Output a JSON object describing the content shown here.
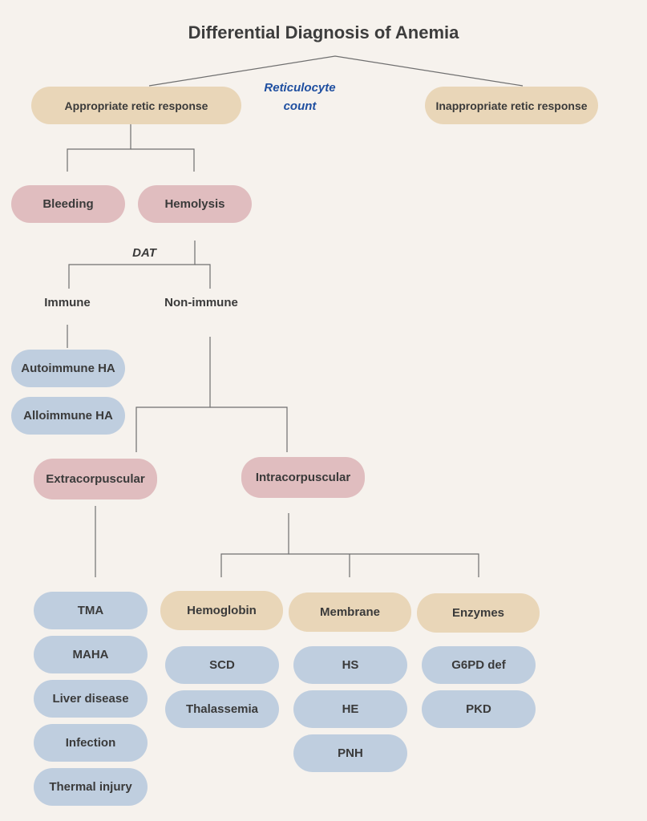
{
  "title": "Differential Diagnosis of Anemia",
  "colors": {
    "tan": "#e9d6b8",
    "pink": "#e0bdbf",
    "blue": "#bfcedf",
    "line": "#6f6f6f",
    "accent": "#1f4fa0"
  },
  "root_split": {
    "criterion_line1": "Reticulocyte",
    "criterion_line2": "count",
    "left": "Appropriate retic response",
    "right": "Inappropriate retic response"
  },
  "appropriate": {
    "bleeding": "Bleeding",
    "hemolysis": "Hemolysis"
  },
  "hemolysis": {
    "criterion": "DAT",
    "immune": "Immune",
    "non_immune": "Non-immune"
  },
  "immune_items": [
    "Autoimmune HA",
    "Alloimmune HA"
  ],
  "non_immune": {
    "extra": "Extracorpuscular",
    "intra": "Intracorpuscular"
  },
  "extra_items": [
    "TMA",
    "MAHA",
    "Liver disease",
    "Infection",
    "Thermal injury"
  ],
  "intra_groups": {
    "hemoglobin": {
      "label": "Hemoglobin",
      "items": [
        "SCD",
        "Thalassemia"
      ]
    },
    "membrane": {
      "label": "Membrane",
      "items": [
        "HS",
        "HE",
        "PNH"
      ]
    },
    "enzymes": {
      "label": "Enzymes",
      "items": [
        "G6PD def",
        "PKD"
      ]
    }
  }
}
